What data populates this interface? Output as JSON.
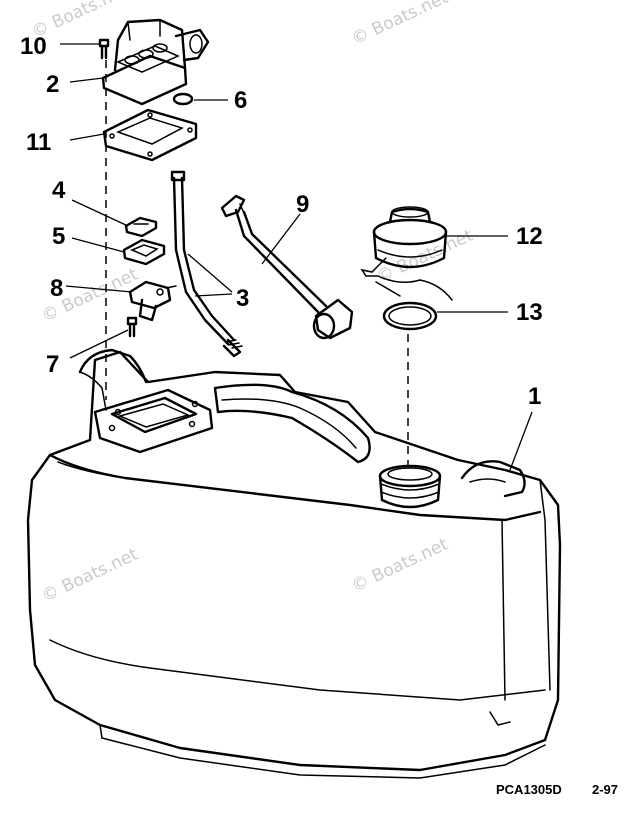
{
  "callouts": {
    "c1": "1",
    "c2": "2",
    "c3": "3",
    "c4": "4",
    "c5": "5",
    "c6": "6",
    "c7": "7",
    "c8": "8",
    "c9": "9",
    "c10": "10",
    "c11": "11",
    "c12": "12",
    "c13": "13"
  },
  "footer": {
    "code": "PCA1305D",
    "revision": "2-97"
  },
  "watermark": "© Boats.net",
  "colors": {
    "line": "#000000",
    "background": "#ffffff",
    "watermark": "#bdbdbd"
  }
}
